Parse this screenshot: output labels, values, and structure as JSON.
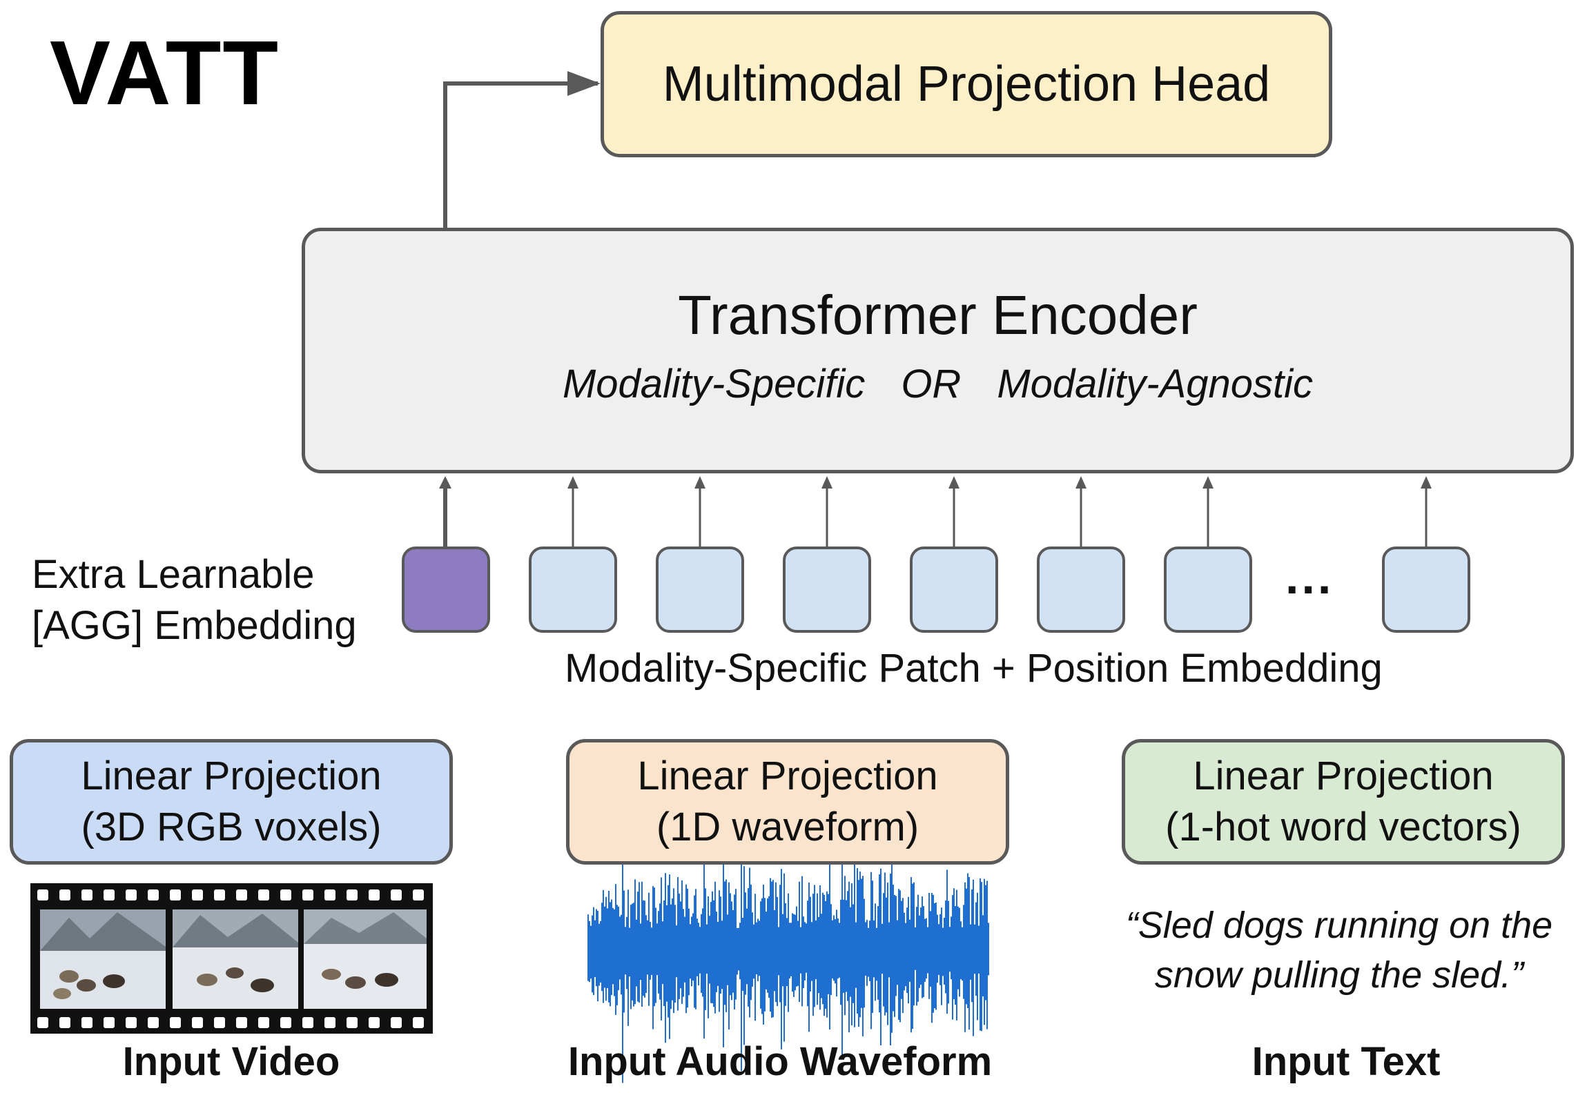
{
  "title": "VATT",
  "projection_head": {
    "label": "Multimodal Projection Head"
  },
  "encoder": {
    "title": "Transformer Encoder",
    "option_a": "Modality-Specific",
    "or_word": "OR",
    "option_b": "Modality-Agnostic"
  },
  "agg_label": {
    "line1": "Extra Learnable",
    "line2": "[AGG] Embedding"
  },
  "ellipsis": "...",
  "patch_label": "Modality-Specific Patch + Position Embedding",
  "projections": {
    "video": {
      "line1": "Linear Projection",
      "line2": "(3D RGB voxels)"
    },
    "audio": {
      "line1": "Linear Projection",
      "line2": "(1D waveform)"
    },
    "text": {
      "line1": "Linear Projection",
      "line2": "(1-hot word vectors)"
    }
  },
  "inputs": {
    "video": "Input Video",
    "audio": "Input Audio Waveform",
    "text": "Input Text",
    "quote_line1": "“Sled dogs running on the",
    "quote_line2": "snow pulling the sled.”"
  },
  "colors": {
    "agg_token": "#8d7cc0",
    "patch_token": "#d0e2f3",
    "head_box": "#fdf0c8",
    "encoder_box": "#efefef",
    "video_proj": "#cadbf5",
    "audio_proj": "#fbe4cd",
    "text_proj": "#d9ead3",
    "waveform": "#1f6fd0"
  }
}
